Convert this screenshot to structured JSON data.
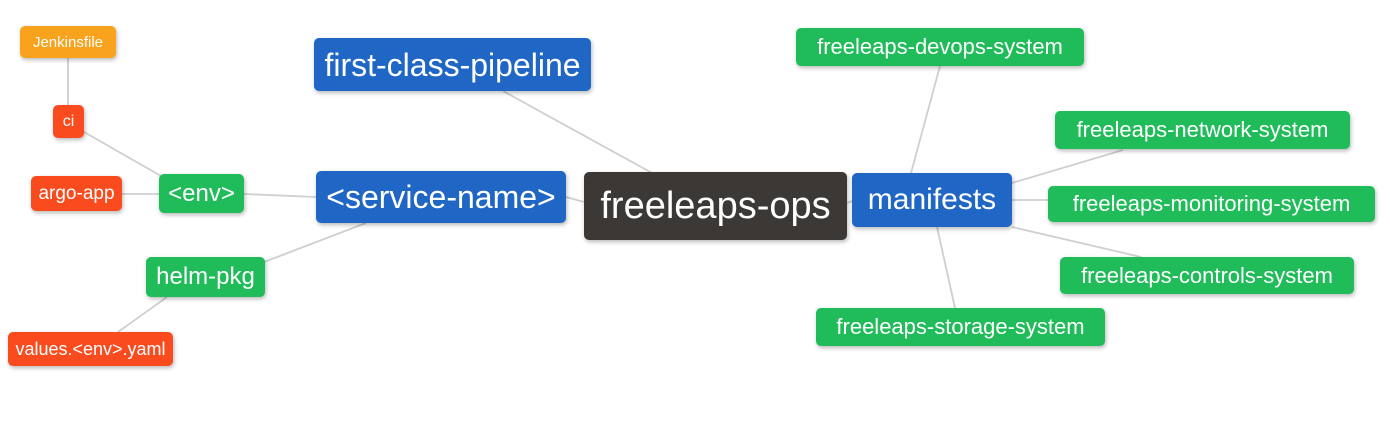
{
  "diagram": {
    "background": "#ffffff",
    "edge_color": "#cfcfcf",
    "text_color": "#ffffff",
    "palette": {
      "blue": "#2066c4",
      "green": "#1fbc59",
      "orange": "#f9a21d",
      "red": "#f94b1e",
      "dark": "#3b3835"
    },
    "nodes": [
      {
        "id": "jenkinsfile",
        "label": "Jenkinsfile",
        "color": "orange"
      },
      {
        "id": "ci",
        "label": "ci",
        "color": "red"
      },
      {
        "id": "argo-app",
        "label": "argo-app",
        "color": "red"
      },
      {
        "id": "env",
        "label": "<env>",
        "color": "green"
      },
      {
        "id": "first-class-pipeline",
        "label": "first-class-pipeline",
        "color": "blue"
      },
      {
        "id": "service-name",
        "label": "<service-name>",
        "color": "blue"
      },
      {
        "id": "freeleaps-ops",
        "label": "freeleaps-ops",
        "color": "dark"
      },
      {
        "id": "manifests",
        "label": "manifests",
        "color": "blue"
      },
      {
        "id": "devops",
        "label": "freeleaps-devops-system",
        "color": "green"
      },
      {
        "id": "network",
        "label": "freeleaps-network-system",
        "color": "green"
      },
      {
        "id": "monitoring",
        "label": "freeleaps-monitoring-system",
        "color": "green"
      },
      {
        "id": "controls",
        "label": "freeleaps-controls-system",
        "color": "green"
      },
      {
        "id": "storage",
        "label": "freeleaps-storage-system",
        "color": "green"
      },
      {
        "id": "helm-pkg",
        "label": "helm-pkg",
        "color": "green"
      },
      {
        "id": "values",
        "label": "values.<env>.yaml",
        "color": "red"
      }
    ],
    "edges": [
      [
        "jenkinsfile",
        "ci"
      ],
      [
        "ci",
        "env"
      ],
      [
        "argo-app",
        "env"
      ],
      [
        "env",
        "service-name"
      ],
      [
        "helm-pkg",
        "service-name"
      ],
      [
        "values",
        "helm-pkg"
      ],
      [
        "service-name",
        "freeleaps-ops"
      ],
      [
        "first-class-pipeline",
        "freeleaps-ops"
      ],
      [
        "freeleaps-ops",
        "manifests"
      ],
      [
        "manifests",
        "devops"
      ],
      [
        "manifests",
        "network"
      ],
      [
        "manifests",
        "monitoring"
      ],
      [
        "manifests",
        "controls"
      ],
      [
        "manifests",
        "storage"
      ]
    ]
  }
}
